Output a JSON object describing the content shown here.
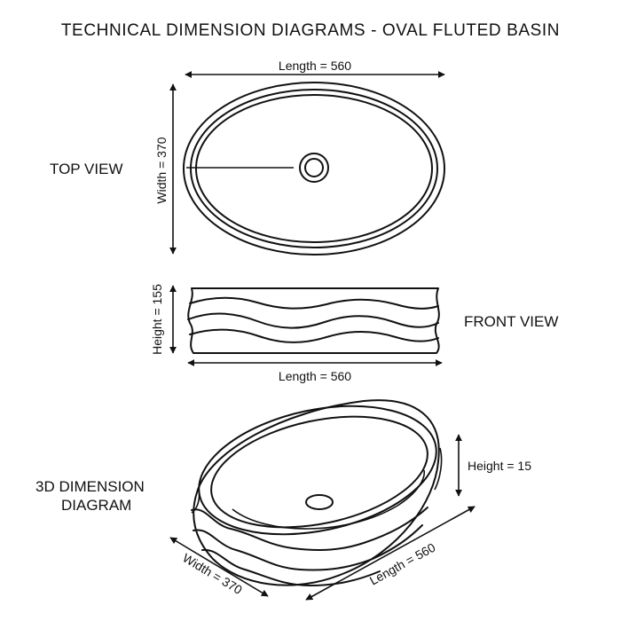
{
  "title": "TECHNICAL DIMENSION DIAGRAMS - OVAL FLUTED BASIN",
  "views": {
    "top": "TOP VIEW",
    "front": "FRONT VIEW",
    "iso_line1": "3D DIMENSION",
    "iso_line2": "DIAGRAM"
  },
  "dimensions": {
    "top_length": "Length = 560",
    "top_width": "Width = 370",
    "front_height": "Height = 155",
    "front_length": "Length = 560",
    "iso_height": "Height = 15",
    "iso_length": "Length = 560",
    "iso_width": "Width = 370"
  },
  "colors": {
    "line": "#111111",
    "background": "#ffffff"
  }
}
